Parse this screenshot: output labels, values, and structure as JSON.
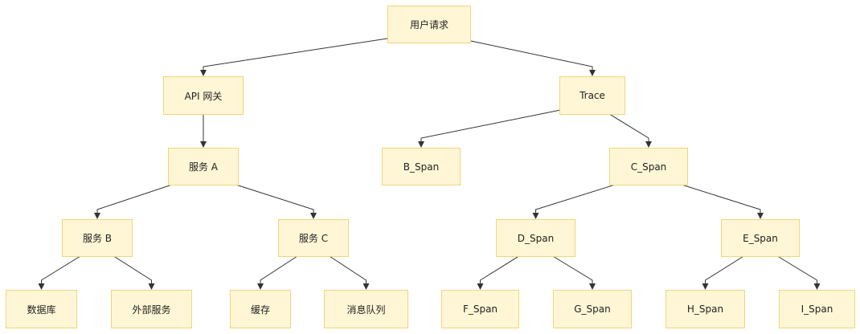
{
  "colors": {
    "node_fill": "#fff6d5",
    "node_border": "#f1d47a",
    "edge": "#333333",
    "text": "#222222",
    "background": "#ffffff"
  },
  "nodes": {
    "user_request": "用户请求",
    "api_gateway": "API 网关",
    "service_a": "服务 A",
    "service_b": "服务 B",
    "service_c": "服务 C",
    "database": "数据库",
    "external_service": "外部服务",
    "cache": "缓存",
    "message_queue": "消息队列",
    "trace": "Trace",
    "b_span": "B_Span",
    "c_span": "C_Span",
    "d_span": "D_Span",
    "e_span": "E_Span",
    "f_span": "F_Span",
    "g_span": "G_Span",
    "h_span": "H_Span",
    "i_span": "I_Span"
  },
  "edges": [
    [
      "user_request",
      "api_gateway"
    ],
    [
      "user_request",
      "trace"
    ],
    [
      "api_gateway",
      "service_a"
    ],
    [
      "service_a",
      "service_b"
    ],
    [
      "service_a",
      "service_c"
    ],
    [
      "service_b",
      "database"
    ],
    [
      "service_b",
      "external_service"
    ],
    [
      "service_c",
      "cache"
    ],
    [
      "service_c",
      "message_queue"
    ],
    [
      "trace",
      "b_span"
    ],
    [
      "trace",
      "c_span"
    ],
    [
      "c_span",
      "d_span"
    ],
    [
      "c_span",
      "e_span"
    ],
    [
      "d_span",
      "f_span"
    ],
    [
      "d_span",
      "g_span"
    ],
    [
      "e_span",
      "h_span"
    ],
    [
      "e_span",
      "i_span"
    ]
  ]
}
